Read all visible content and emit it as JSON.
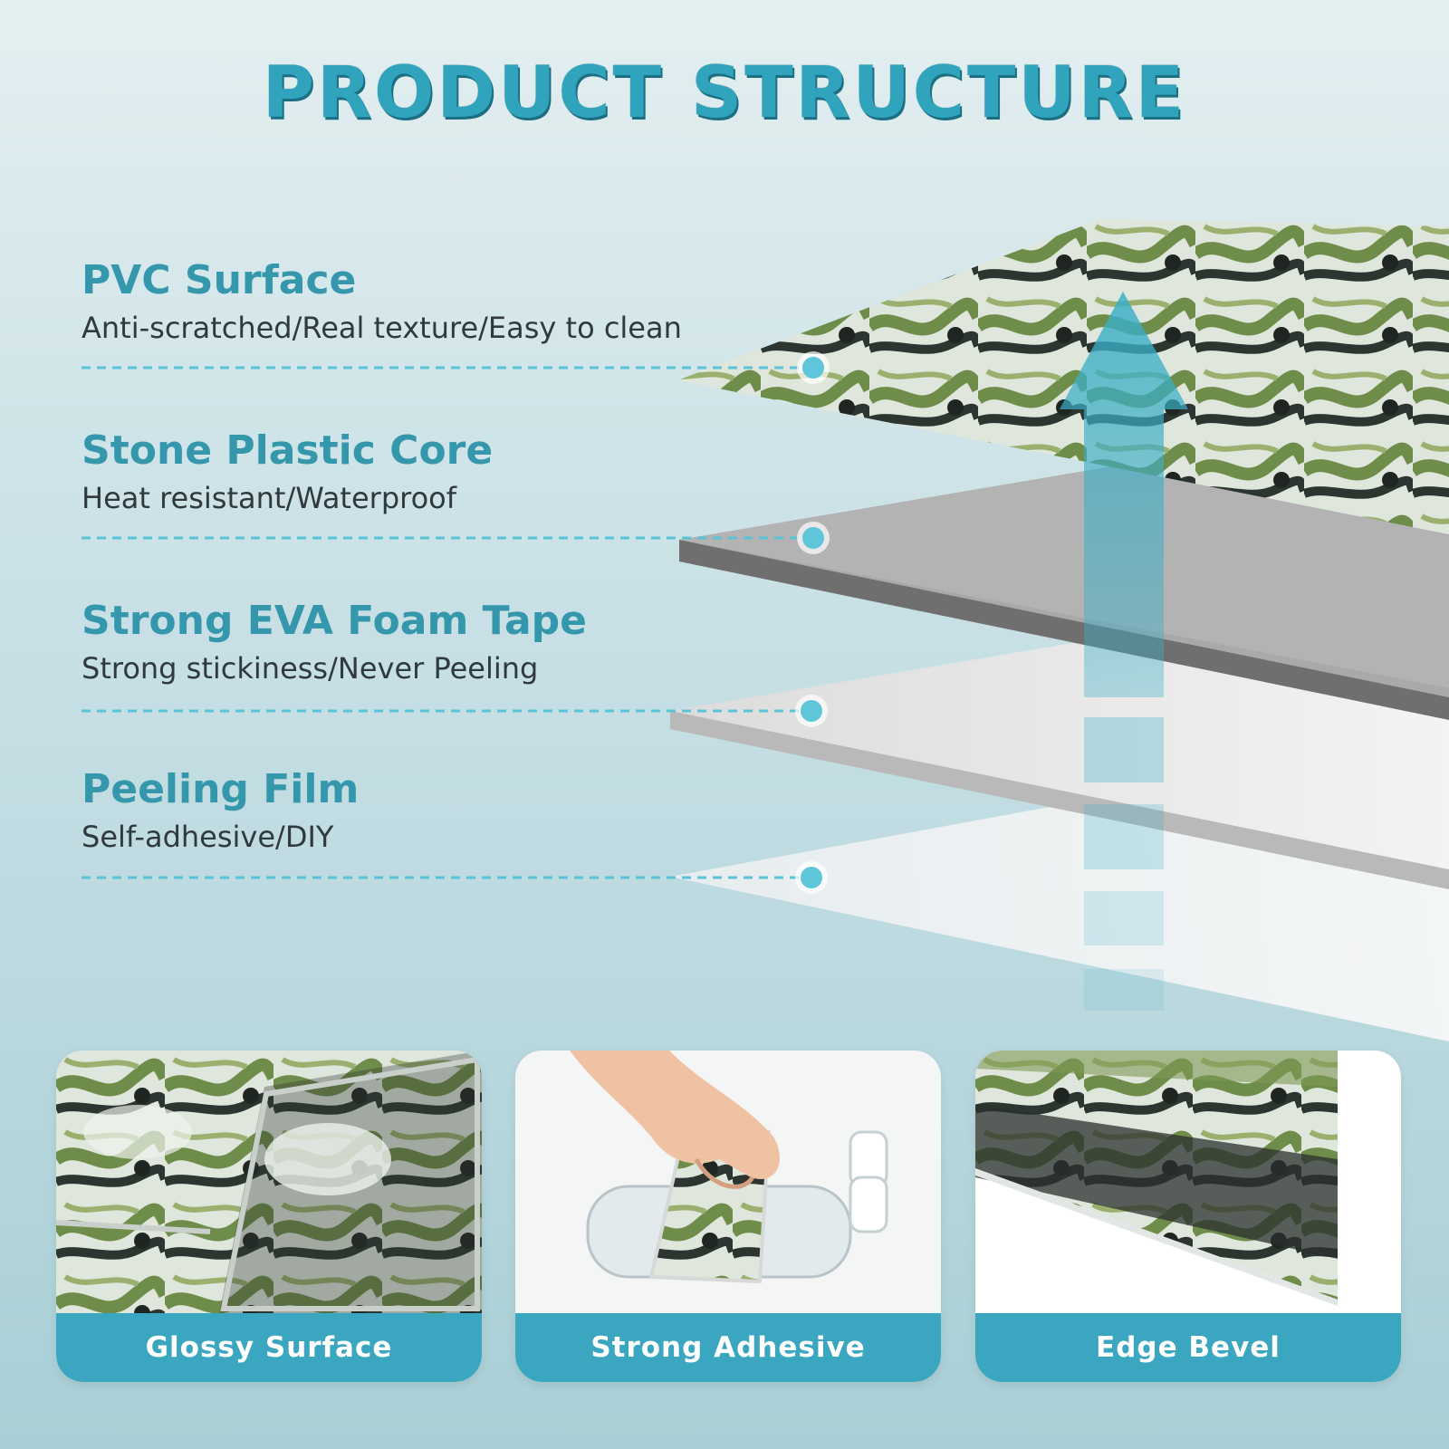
{
  "title": "PRODUCT STRUCTURE",
  "layers": [
    {
      "name": "PVC Surface",
      "description": "Anti-scratched/Real texture/Easy to clean"
    },
    {
      "name": "Stone Plastic Core",
      "description": "Heat resistant/Waterproof"
    },
    {
      "name": "Strong EVA Foam Tape",
      "description": "Strong stickiness/Never Peeling"
    },
    {
      "name": "Peeling Film",
      "description": "Self-adhesive/DIY"
    }
  ],
  "features": [
    {
      "label": "Glossy Surface",
      "image": "marble-tiles-photo"
    },
    {
      "label": "Strong Adhesive",
      "image": "hand-lifting-bottle-photo"
    },
    {
      "label": "Edge Bevel",
      "image": "tile-edge-photo"
    }
  ],
  "colors": {
    "accent": "#3ba6bf",
    "title": "#2fa4bc",
    "heading": "#3597ab",
    "body_text": "#303a3e",
    "marble_green": "#7d9a55",
    "core_gray": "#a8a8a8"
  }
}
